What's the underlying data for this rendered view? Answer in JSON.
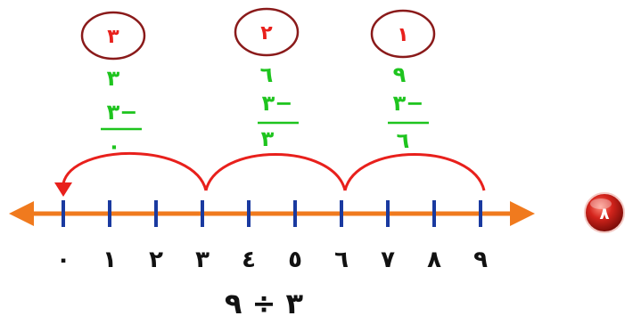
{
  "colors": {
    "number_line": "#f07a1e",
    "ticks": "#1a3aa0",
    "jumps": "#e8201c",
    "subtraction": "#1ec41e",
    "step_circle": "#8a1a1a",
    "step_number": "#e8201c"
  },
  "tick_labels": [
    "٠",
    "١",
    "٢",
    "٣",
    "٤",
    "٥",
    "٦",
    "٧",
    "٨",
    "٩"
  ],
  "steps": [
    {
      "number": "٣",
      "minuend": "٣",
      "subtrahend": "٣−",
      "result": "٠"
    },
    {
      "number": "٢",
      "minuend": "٦",
      "subtrahend": "٣−",
      "result": "٣"
    },
    {
      "number": "١",
      "minuend": "٩",
      "subtrahend": "٣−",
      "result": "٦"
    }
  ],
  "equation": "٣ ÷ ٩",
  "badge": {
    "label": "٨",
    "color": "#d4241c"
  }
}
